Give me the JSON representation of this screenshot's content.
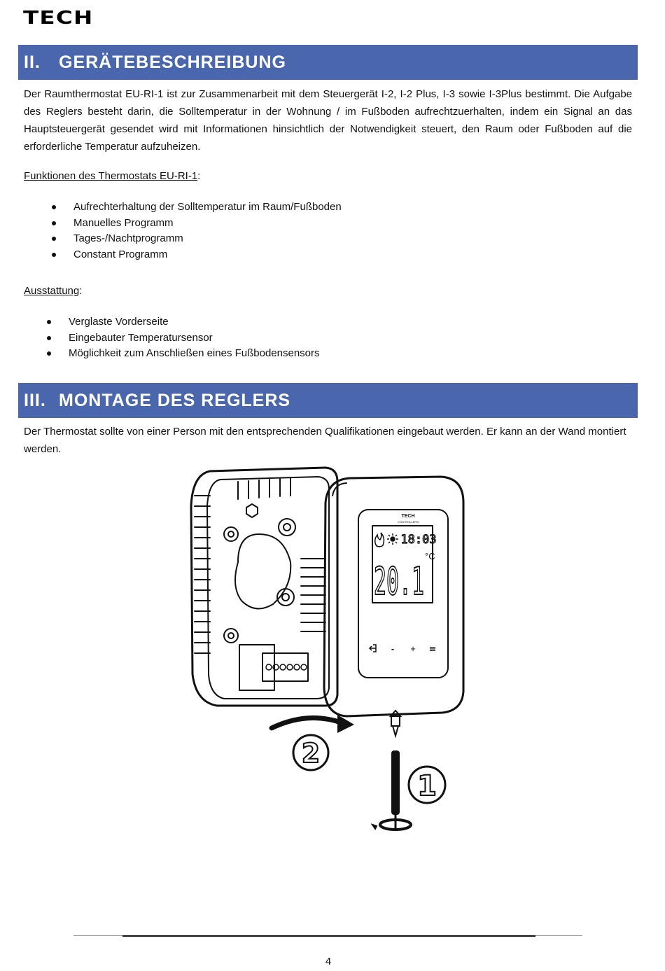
{
  "header": {
    "logo": "TECH"
  },
  "section2": {
    "number": "II.",
    "title": "GERÄTEBESCHREIBUNG",
    "intro": "Der Raumthermostat EU-RI-1 ist zur Zusammenarbeit mit dem Steuergerät I-2, I-2 Plus, I-3 sowie I-3Plus bestimmt. Die Aufgabe des Reglers besteht darin, die Solltemperatur in der Wohnung / im Fußboden aufrechtzuerhalten, indem ein Signal an das Hauptsteuergerät gesendet wird mit Informationen hinsichtlich der Notwendigkeit steuert, den Raum oder Fußboden auf die erforderliche Temperatur aufzuheizen.",
    "functions_label": "Funktionen des Thermostats EU-RI-1",
    "functions": [
      "Aufrechterhaltung der Solltemperatur im Raum/Fußboden",
      "Manuelles Programm",
      "Tages-/Nachtprogramm",
      "Constant Programm"
    ],
    "equipment_label": "Ausstattung",
    "equipment": [
      "Verglaste Vorderseite",
      "Eingebauter Temperatursensor",
      "Möglichkeit zum Anschließen eines Fußbodensensors"
    ]
  },
  "section3": {
    "number": "III.",
    "title": "MONTAGE DES REGLERS",
    "intro": "Der Thermostat sollte von einer Person mit den entsprechenden Qualifikationen eingebaut werden. Er kann an der Wand montiert werden."
  },
  "figure": {
    "device_brand": "TECH",
    "device_sub": "CONTROLLERS",
    "display_time": "18:03",
    "display_temp": "20.1",
    "display_unit": "°C",
    "button_minus": "-",
    "button_plus": "+",
    "button_menu": "≡",
    "step_screw": "1",
    "step_rotate": "2"
  },
  "footer": {
    "page_number": "4"
  }
}
